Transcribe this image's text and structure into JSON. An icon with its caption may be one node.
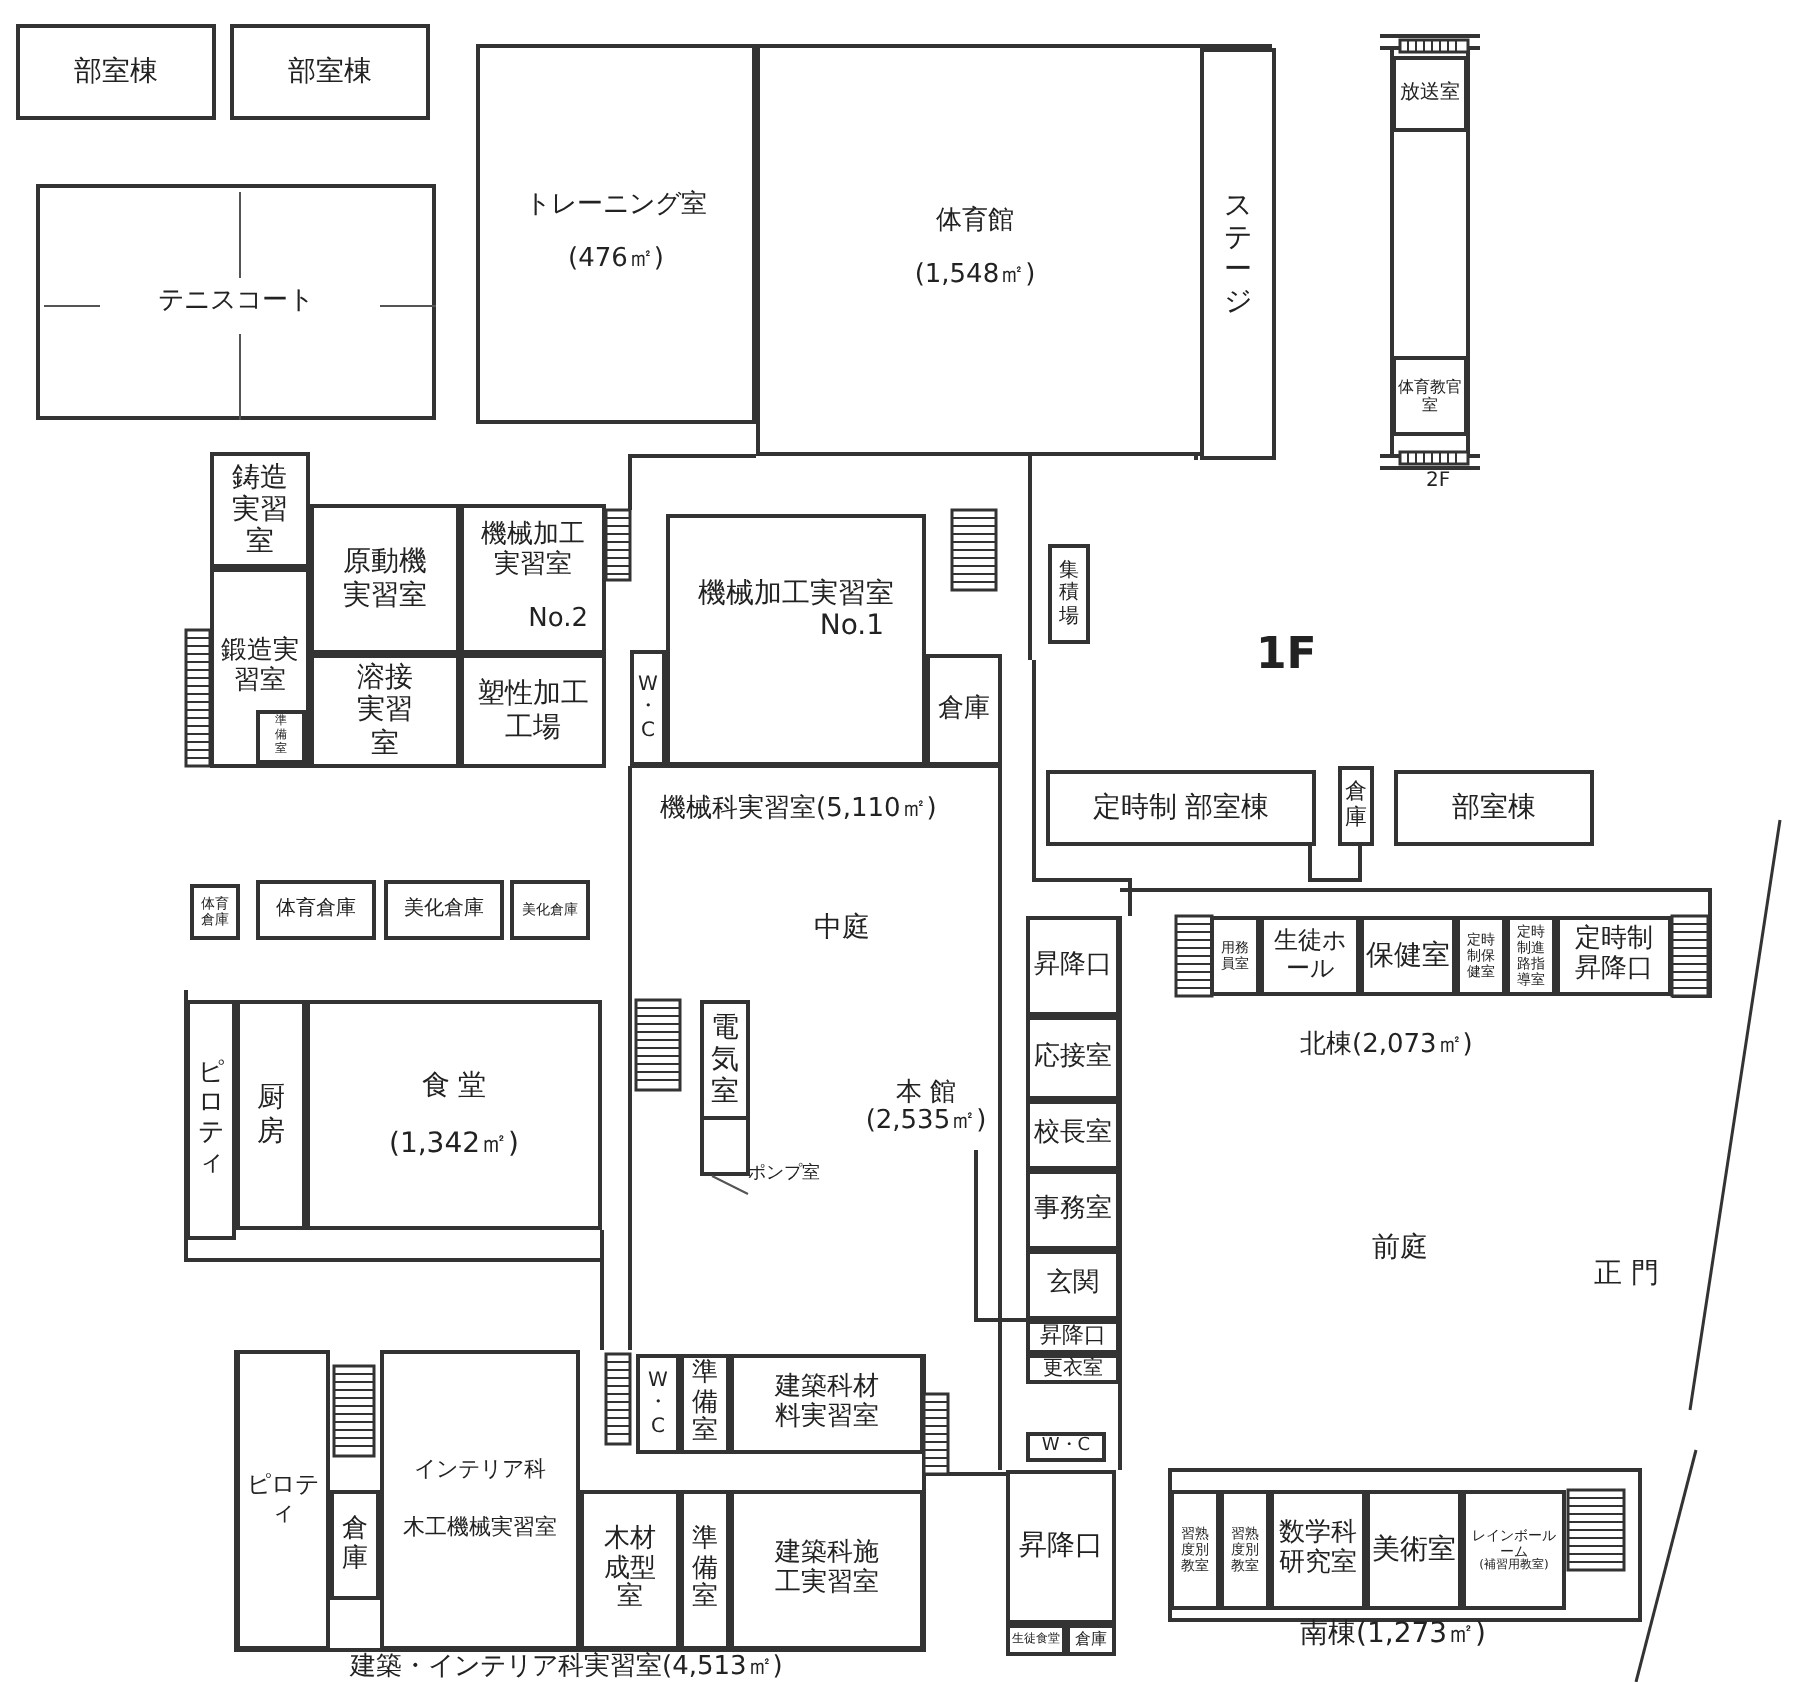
{
  "diagram": {
    "nodes": [
      {
        "text": [
          "部室棟"
        ]
      },
      {
        "text": [
          "部室棟"
        ]
      },
      {
        "text": [
          "テニスコート"
        ]
      },
      {
        "text": [
          "トレーニング室",
          "(476㎡)"
        ]
      },
      {
        "text": [
          "体育館",
          "(1,548㎡)"
        ]
      },
      {
        "text": [
          "ステージ"
        ],
        "in": 4
      },
      {
        "text": [
          "放送室"
        ]
      },
      {
        "text": [
          "体育教官室"
        ]
      },
      {
        "text": [
          "鋳造実習室"
        ]
      },
      {
        "text": [
          "原動機実習室"
        ]
      },
      {
        "text": [
          "機械加工実習室",
          "No.2"
        ]
      },
      {
        "text": [
          "鍛造実習室"
        ]
      },
      {
        "text": [
          "準備室"
        ],
        "in": 11
      },
      {
        "text": [
          "溶接実習室"
        ]
      },
      {
        "text": [
          "塑性加工工場"
        ]
      },
      {
        "text": [
          "W・C"
        ]
      },
      {
        "text": [
          "機械加工実習室",
          "No.1"
        ]
      },
      {
        "text": [
          "倉庫"
        ]
      },
      {
        "text": [
          "集積場"
        ]
      },
      {
        "text": [
          "定時制 部室棟"
        ]
      },
      {
        "text": [
          "倉庫"
        ]
      },
      {
        "text": [
          "部室棟"
        ]
      },
      {
        "text": [
          "体育倉庫"
        ]
      },
      {
        "text": [
          "体育倉庫"
        ]
      },
      {
        "text": [
          "美化倉庫"
        ]
      },
      {
        "text": [
          "美化倉庫"
        ]
      },
      {
        "text": [
          "ピロティ"
        ]
      },
      {
        "text": [
          "厨房"
        ]
      },
      {
        "text": [
          "食 堂",
          "(1,342㎡)"
        ]
      },
      {
        "text": [
          "電気室"
        ]
      },
      {
        "text": [],
        "shape": "box"
      },
      {
        "text": [
          "ポンプ室"
        ]
      },
      {
        "text": [
          "昇降口"
        ]
      },
      {
        "text": [
          "応接室"
        ]
      },
      {
        "text": [
          "校長室"
        ]
      },
      {
        "text": [
          "事務室"
        ]
      },
      {
        "text": [
          "玄関"
        ]
      },
      {
        "text": [
          "昇降口"
        ]
      },
      {
        "text": [
          "更衣室"
        ]
      },
      {
        "text": [
          "W・C"
        ]
      },
      {
        "text": [
          "昇降口"
        ]
      },
      {
        "text": [
          "生徒食堂"
        ]
      },
      {
        "text": [
          "倉庫"
        ]
      },
      {
        "text": [
          "用務員室"
        ]
      },
      {
        "text": [
          "生徒ホール"
        ]
      },
      {
        "text": [
          "保健室"
        ]
      },
      {
        "text": [
          "定時制保健室"
        ]
      },
      {
        "text": [
          "定時制進路指導室"
        ]
      },
      {
        "text": [
          "定時制昇降口"
        ]
      },
      {
        "text": [
          "習熟度別教室"
        ]
      },
      {
        "text": [
          "習熟度別教室"
        ]
      },
      {
        "text": [
          "数学科研究室"
        ]
      },
      {
        "text": [
          "美術室"
        ]
      },
      {
        "text": [
          "レインボールーム",
          "(補習用教室)"
        ]
      },
      {
        "text": [
          "ピロティ"
        ]
      },
      {
        "text": [
          "倉庫"
        ]
      },
      {
        "text": [
          "インテリア科",
          "木工機械実習室"
        ]
      },
      {
        "text": [
          "W・C"
        ]
      },
      {
        "text": [
          "準備室"
        ]
      },
      {
        "text": [
          "建築科材料実習室"
        ]
      },
      {
        "text": [
          "木材成型室"
        ]
      },
      {
        "text": [
          "準備室"
        ]
      },
      {
        "text": [
          "建築科施工実習室"
        ]
      }
    ],
    "edges": [
      {
        "from": 31,
        "to": 30,
        "arrow": "none"
      }
    ],
    "labels": [
      "1F",
      "2F",
      "機械科実習室(5,110㎡)",
      "中庭",
      "本 館(2,535㎡)",
      "北棟(2,073㎡)",
      "前庭",
      "正 門",
      "南棟(1,273㎡)",
      "建築・インテリア科実習室(4,513㎡)"
    ]
  }
}
